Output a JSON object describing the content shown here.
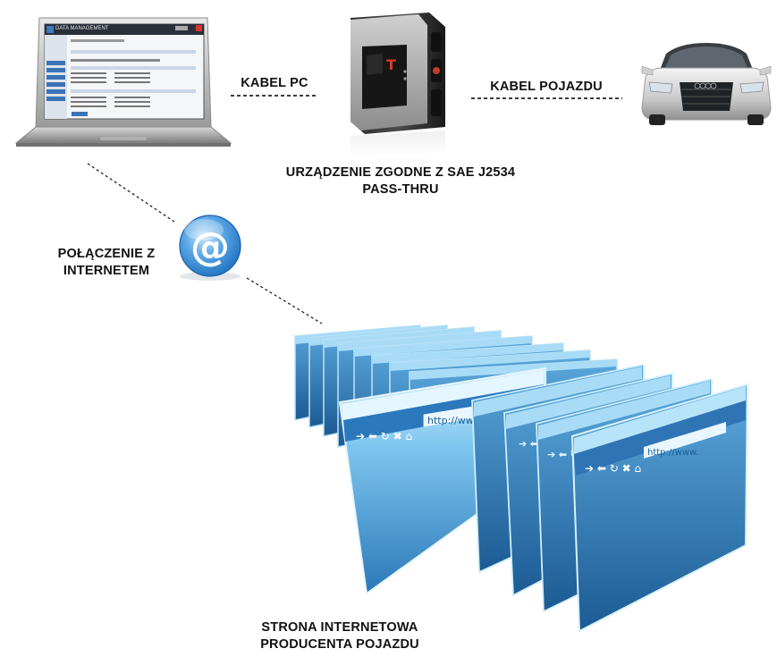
{
  "labels": {
    "pc_cable": "KABEL PC",
    "vehicle_cable": "KABEL POJAZDU",
    "device_line1": "URZĄDZENIE ZGODNE Z SAE J2534",
    "device_line2": "PASS-THRU",
    "internet_line1": "POŁĄCZENIE Z",
    "internet_line2": "INTERNETEM",
    "website_line1": "STRONA INTERNETOWA",
    "website_line2": "PRODUCENTA POJAZDU"
  },
  "laptop_screen": {
    "app_title": "DATA MANAGEMENT"
  },
  "internet_icon": {
    "glyph": "@"
  },
  "browser_windows": {
    "address_text": "http://www.",
    "count": 12
  },
  "colors": {
    "window_blue": "#2f7fc0",
    "window_light": "#8fd0f5",
    "window_dark": "#1d5f98",
    "at_icon_blue": "#2f8ad8",
    "device_red": "#d63a2a"
  }
}
